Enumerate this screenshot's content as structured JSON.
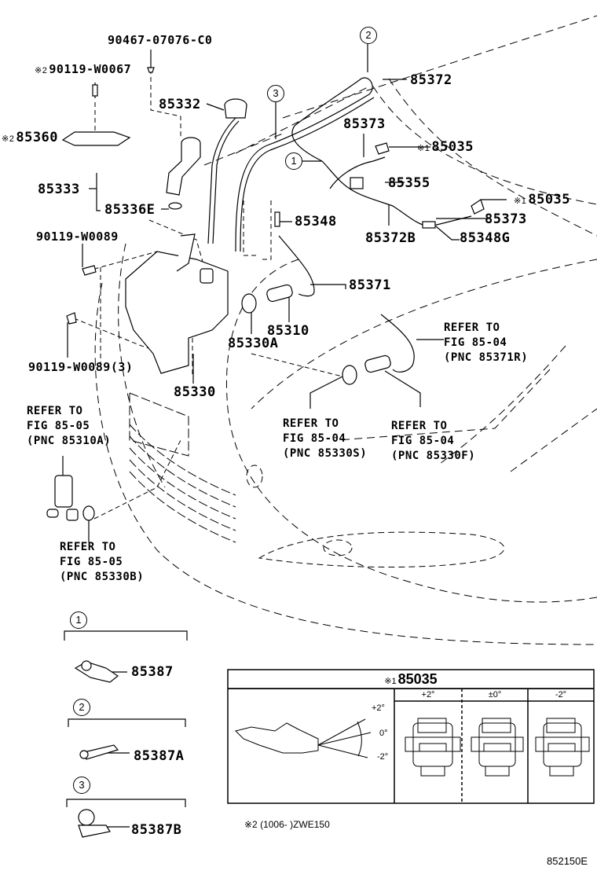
{
  "diagram": {
    "title": "Windshield Washer / Headlamp Cleaner Parts Illustration",
    "figure_code": "852150E",
    "footnote": {
      "mark": "※2",
      "text": "(1006-      )ZWE150"
    },
    "labels": {
      "p9046707076C0": "90467-07076-C0",
      "p90119W0067": "90119-W0067",
      "p90119W0067_mark": "※2",
      "p85360": "85360",
      "p85360_mark": "※2",
      "p85332": "85332",
      "p85333": "85333",
      "p85336E": "85336E",
      "p90119W0089": "90119-W0089",
      "p90119W0089x3": "90119-W0089(3)",
      "p85330": "85330",
      "p85330A": "85330A",
      "p85310": "85310",
      "p85371": "85371",
      "p85348": "85348",
      "p85372": "85372",
      "p85373a": "85373",
      "p85373b": "85373",
      "p85035a": "85035",
      "p85035a_mark": "※1",
      "p85035b": "85035",
      "p85035b_mark": "※1",
      "p85355": "85355",
      "p85372B": "85372B",
      "p85348G": "85348G"
    },
    "callouts": {
      "c1": "1",
      "c2": "2",
      "c3": "3"
    },
    "refer": {
      "r85371R": [
        "REFER TO",
        "FIG 85-04",
        "(PNC 85371R)"
      ],
      "r85330S": [
        "REFER TO",
        "FIG 85-04",
        "(PNC 85330S)"
      ],
      "r85330F": [
        "REFER TO",
        "FIG 85-04",
        "(PNC 85330F)"
      ],
      "r85310A": [
        "REFER TO",
        "FIG 85-05",
        "(PNC 85310A)"
      ],
      "r85330B": [
        "REFER TO",
        "FIG 85-05",
        "(PNC 85330B)"
      ]
    },
    "clips": [
      {
        "callout": "1",
        "part": "85387"
      },
      {
        "callout": "2",
        "part": "85387A"
      },
      {
        "callout": "3",
        "part": "85387B"
      }
    ],
    "nozzle_table": {
      "mark": "※1",
      "part": "85035",
      "columns": [
        "+2°",
        "±0°",
        "-2°"
      ],
      "angle_labels": [
        "+2°",
        "0°",
        "-2°"
      ]
    }
  }
}
